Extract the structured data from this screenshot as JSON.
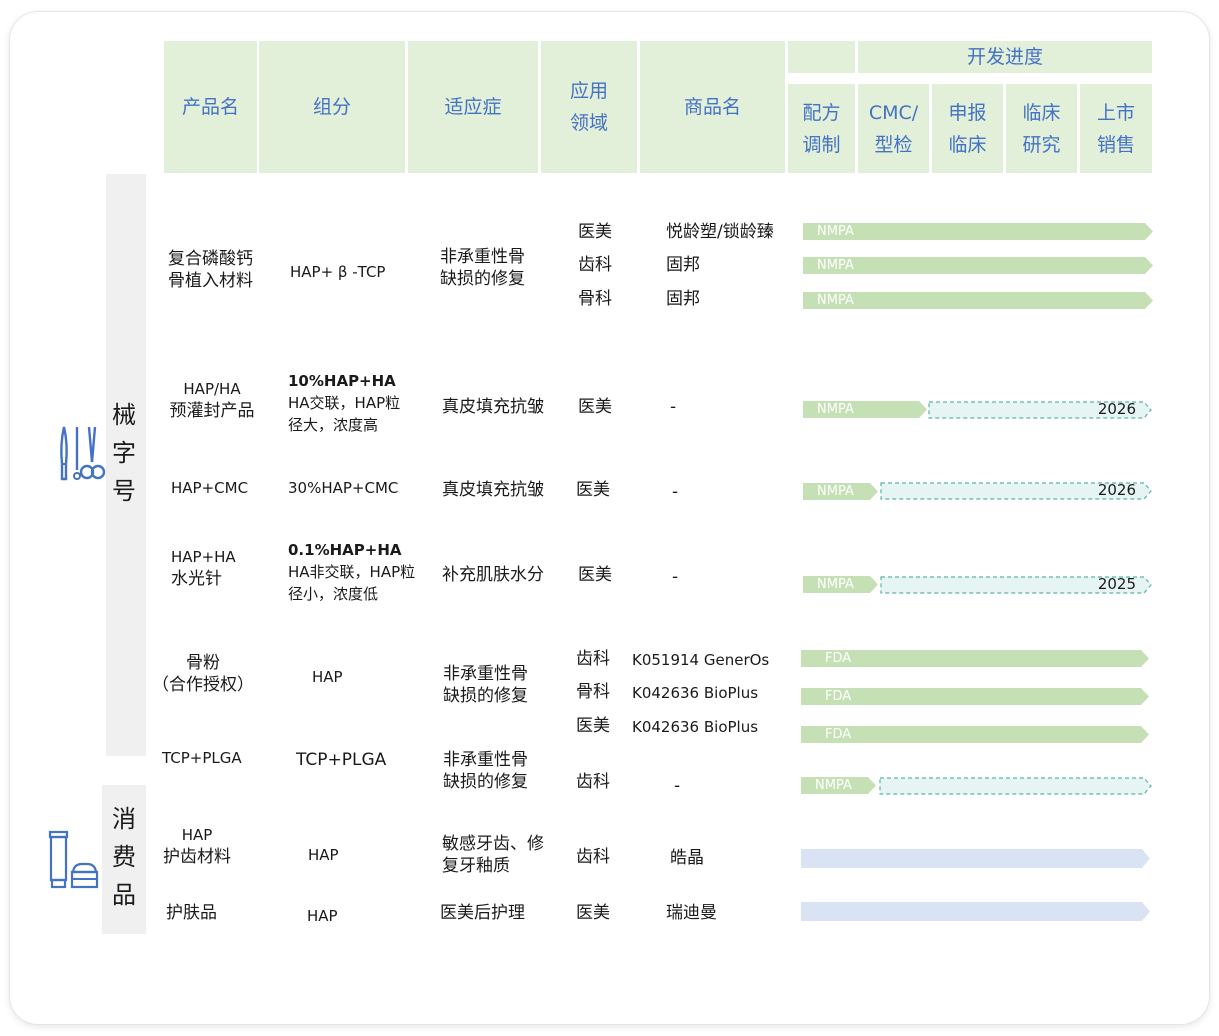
{
  "headers": {
    "product": "产品名",
    "component": "组分",
    "indication": "适应症",
    "field": [
      "应用",
      "领域"
    ],
    "brand": "商品名",
    "dev_progress": "开发进度",
    "stages": [
      [
        "配方",
        "调制"
      ],
      [
        "CMC/",
        "型检"
      ],
      [
        "申报",
        "临床"
      ],
      [
        "临床",
        "研究"
      ],
      [
        "上市",
        "销售"
      ]
    ]
  },
  "categories": {
    "device": [
      "械",
      "字",
      "号"
    ],
    "consumer": [
      "消",
      "费",
      "品"
    ]
  },
  "icons": {
    "device": "surgical-tools-icon",
    "consumer": "cosmetic-tube-icon"
  },
  "colors": {
    "header_bg": "#e2efd9",
    "header_text": "#4472c4",
    "green_bar": "#c5e0b4",
    "blue_bar": "#dae3f3",
    "dashed_fill": "#e6f5f3",
    "dashed_stroke": "#5ab5a8",
    "icon_blue": "#4472c4"
  },
  "rows": [
    {
      "product": [
        "复合磷酸钙",
        "骨植入材料"
      ],
      "component": [
        "HAP+ β -TCP"
      ],
      "indication": [
        "非承重性骨",
        "缺损的修复"
      ],
      "fields": [
        "医美",
        "齿科",
        "骨科"
      ],
      "brands": [
        "悦龄塑/锁龄臻",
        "固邦",
        "固邦"
      ],
      "bars": [
        {
          "label": "NMPA",
          "progress": 1.0
        },
        {
          "label": "NMPA",
          "progress": 1.0
        },
        {
          "label": "NMPA",
          "progress": 1.0
        }
      ]
    },
    {
      "product": [
        "HAP/HA",
        "预灌封产品"
      ],
      "component": [
        "10%HAP+HA",
        "HA交联，HAP粒",
        "径大，浓度高"
      ],
      "indication": [
        "真皮填充抗皱"
      ],
      "fields": [
        "医美"
      ],
      "brands": [
        "-"
      ],
      "bars": [
        {
          "label": "NMPA",
          "planned": "2026"
        }
      ]
    },
    {
      "product": [
        "HAP+CMC"
      ],
      "component": [
        "30%HAP+CMC"
      ],
      "indication": [
        "真皮填充抗皱"
      ],
      "fields": [
        "医美"
      ],
      "brands": [
        "-"
      ],
      "bars": [
        {
          "label": "NMPA",
          "planned": "2026"
        }
      ]
    },
    {
      "product": [
        "HAP+HA",
        "水光针"
      ],
      "component": [
        "0.1%HAP+HA",
        "HA非交联，HAP粒",
        "径小，浓度低"
      ],
      "indication": [
        "补充肌肤水分"
      ],
      "fields": [
        "医美"
      ],
      "brands": [
        "-"
      ],
      "bars": [
        {
          "label": "NMPA",
          "planned": "2025"
        }
      ]
    },
    {
      "product": [
        "骨粉",
        "（合作授权）"
      ],
      "component": [
        "HAP"
      ],
      "indication": [
        "非承重性骨",
        "缺损的修复"
      ],
      "fields": [
        "齿科",
        "骨科",
        "医美"
      ],
      "brands": [
        "K051914 GenerOs",
        "K042636 BioPlus",
        "K042636 BioPlus"
      ],
      "bars": [
        {
          "label": "FDA",
          "progress": 1.0
        },
        {
          "label": "FDA",
          "progress": 1.0
        },
        {
          "label": "FDA",
          "progress": 1.0
        }
      ]
    },
    {
      "product": [
        "TCP+PLGA"
      ],
      "component": [
        "TCP+PLGA"
      ],
      "indication": [
        "非承重性骨",
        "缺损的修复"
      ],
      "fields": [
        "齿科"
      ],
      "brands": [
        "-"
      ],
      "bars": [
        {
          "label": "NMPA",
          "planned": ""
        }
      ]
    },
    {
      "product": [
        "HAP",
        "护齿材料"
      ],
      "component": [
        "HAP"
      ],
      "indication": [
        "敏感牙齿、修",
        "复牙釉质"
      ],
      "fields": [
        "齿科"
      ],
      "brands": [
        "皓晶"
      ],
      "bars": [
        {
          "label": "",
          "progress": 1.0
        }
      ]
    },
    {
      "product": [
        "护肤品"
      ],
      "component": [
        "HAP"
      ],
      "indication": [
        "医美后护理"
      ],
      "fields": [
        "医美"
      ],
      "brands": [
        "瑞迪曼"
      ],
      "bars": [
        {
          "label": "",
          "progress": 1.0
        }
      ]
    }
  ]
}
